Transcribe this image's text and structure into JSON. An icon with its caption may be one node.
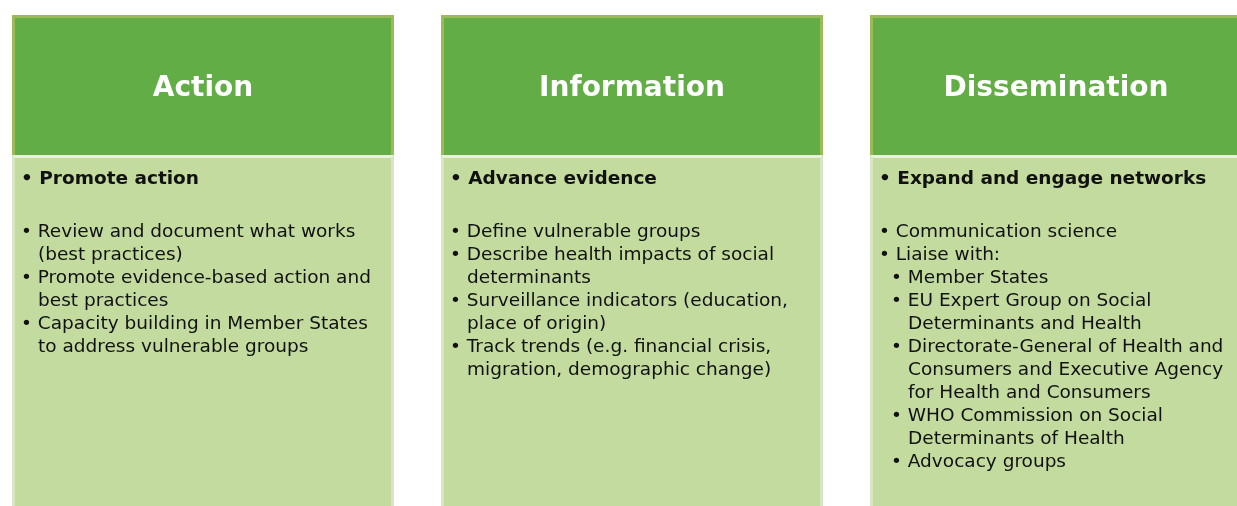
{
  "diagram": {
    "nodes": [
      {
        "text": [
          "Action"
        ]
      },
      {
        "text": [
          "• Promote action",
          "• Review and document what works (best practices)",
          "• Promote evidence-based action and best practices",
          "• Capacity building in Member States to address vulnerable groups"
        ]
      },
      {
        "text": [
          "Information"
        ]
      },
      {
        "text": [
          "• Advance evidence",
          "• Define vulnerable groups",
          "• Describe health impacts of social determinants",
          "• Surveillance indicators (education, place of origin)",
          "• Track trends (e.g. financial crisis, migration, demographic change)"
        ]
      },
      {
        "text": [
          "Dissemination"
        ]
      },
      {
        "text": [
          "• Expand and engage networks",
          "• Communication science",
          "• Liaise with:",
          "• Member States",
          "• EU Expert Group on Social Determinants and Health",
          "• Directorate-General of Health and Consumers and Executive Agency for Health and Consumers",
          "• WHO Commission on Social Determinants of Health",
          "• Advocacy groups"
        ]
      }
    ]
  }
}
